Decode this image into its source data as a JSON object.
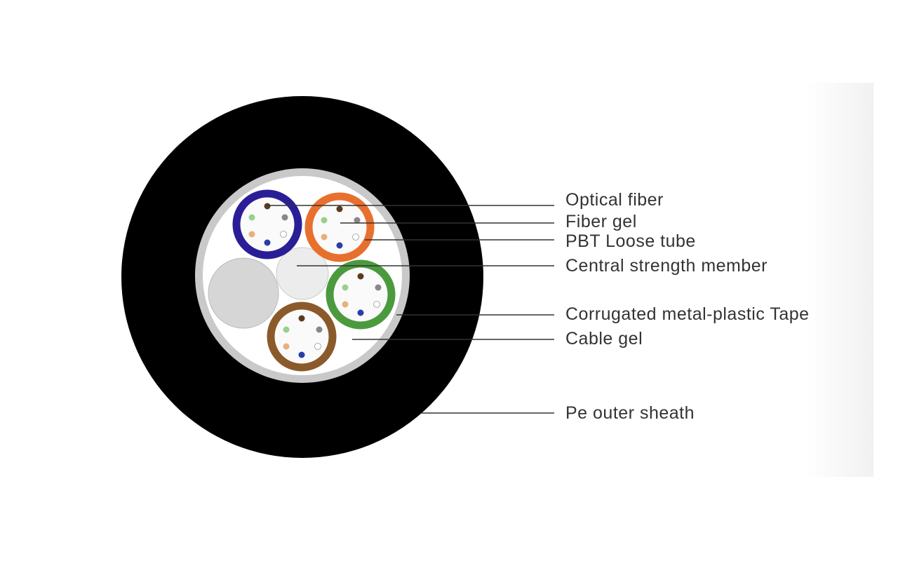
{
  "labels": {
    "optical_fiber": "Optical fiber",
    "fiber_gel": "Fiber gel",
    "pbt_loose_tube": "PBT Loose tube",
    "central_strength_member": "Central strength member",
    "corrugated_tape": "Corrugated metal-plastic Tape",
    "cable_gel": "Cable gel",
    "pe_outer_sheath": "Pe outer sheath"
  },
  "colors": {
    "sheath": "#000000",
    "tape": "#c8c8c8",
    "tube_colors": [
      "#2a1e96",
      "#e8702e",
      "#4c9a3e",
      "#8b5a2b"
    ],
    "fiber_colors": [
      "#5a3a1e",
      "#888888",
      "#ffffff",
      "#2a3ea8",
      "#e8b07a",
      "#9ad08a"
    ],
    "filler": "#d8d8d8",
    "central_member": "#eeeeee"
  }
}
